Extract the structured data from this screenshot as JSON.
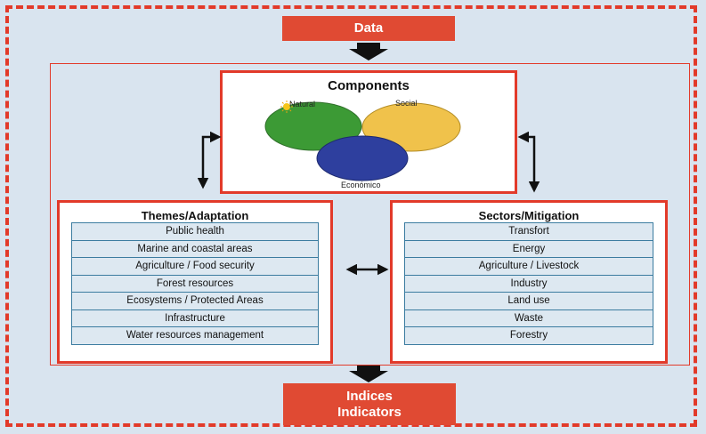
{
  "data_label": "Data",
  "indices": {
    "line1": "Indices",
    "line2": "Indicators"
  },
  "components": {
    "title": "Components",
    "natural": "Natural",
    "social": "Social",
    "economic": "Económico"
  },
  "themes": {
    "title": "Themes/Adaptation",
    "items": [
      "Public health",
      "Marine and coastal areas",
      "Agriculture / Food security",
      "Forest resources",
      "Ecosystems / Protected Areas",
      "Infrastructure",
      "Water resources management"
    ]
  },
  "sectors": {
    "title": "Sectors/Mitigation",
    "items": [
      "Transfort",
      "Energy",
      "Agriculture / Livestock",
      "Industry",
      "Land use",
      "Waste",
      "Forestry"
    ]
  },
  "colors": {
    "accent_red": "#e04a33",
    "background": "#d9e4ef",
    "natural": "#3c9a35",
    "social": "#f0c24b",
    "economic": "#2e3f9e"
  }
}
